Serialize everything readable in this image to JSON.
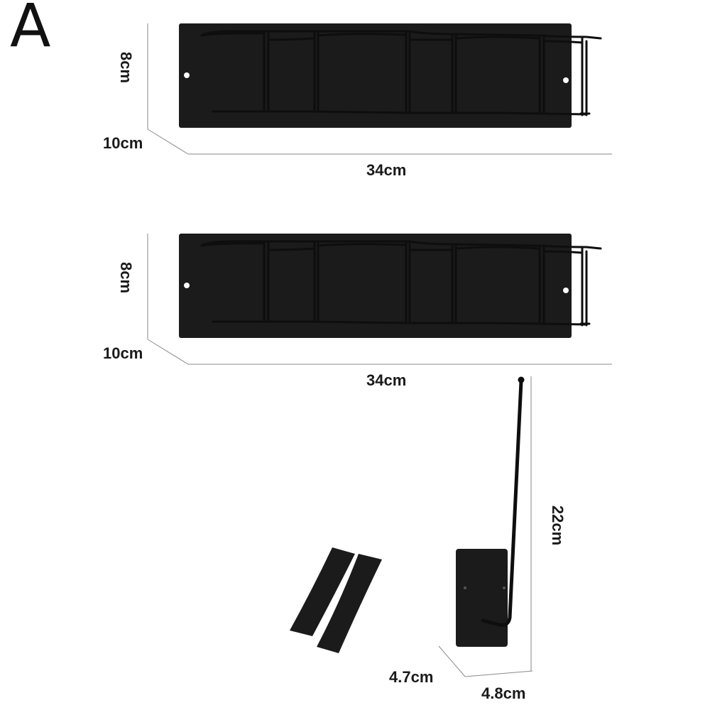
{
  "variant_label": "A",
  "rack_top": {
    "height": "8cm",
    "depth": "10cm",
    "width": "34cm"
  },
  "rack_middle": {
    "height": "8cm",
    "depth": "10cm",
    "width": "34cm"
  },
  "hook": {
    "height": "22cm",
    "depth": "4.7cm",
    "width": "4.8cm"
  },
  "colors": {
    "product": "#1b1b1b",
    "dimension_line": "#8a8a8a",
    "background": "#ffffff"
  }
}
